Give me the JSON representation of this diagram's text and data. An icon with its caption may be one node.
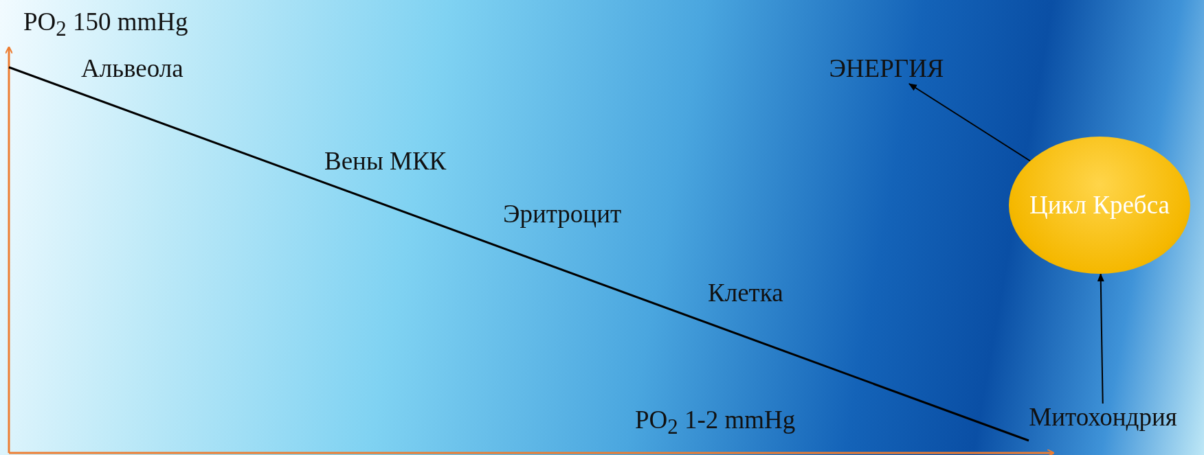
{
  "diagram": {
    "nodes": [
      {
        "text": [
          "ЭНЕРГИЯ"
        ]
      },
      {
        "text": [
          "Цикл Кребса"
        ]
      },
      {
        "text": [
          "Митохондрия"
        ]
      }
    ],
    "edges": [
      {
        "from": 1,
        "to": 0,
        "arrow": "to"
      },
      {
        "from": 2,
        "to": 1,
        "arrow": "to"
      }
    ],
    "labels": [
      "PO$_{2}$ 150 mmHg",
      "Альвеола",
      "Вены МКК",
      "Эритроцит",
      "Клетка",
      "PO$_{2}$ 1-2 mmHg"
    ]
  }
}
